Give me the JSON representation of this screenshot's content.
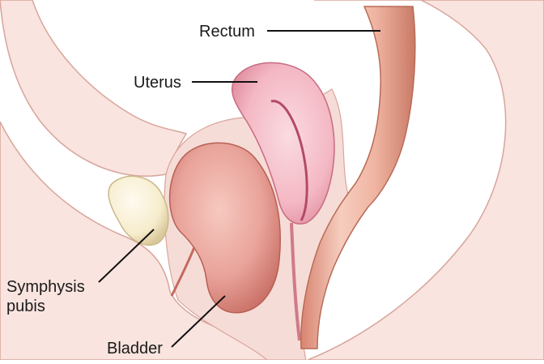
{
  "labels": {
    "rectum": "Rectum",
    "uterus": "Uterus",
    "symphysis_line1": "Symphysis",
    "symphysis_line2": "pubis",
    "bladder": "Bladder"
  },
  "colors": {
    "background": "#ffffff",
    "skin": "#f9e4df",
    "skin_outline": "#d8a59c",
    "tissue_band": "#f3d0c8",
    "bladder": "#e9a39a",
    "bladder_dark": "#c4685f",
    "uterus": "#f4b8c4",
    "uterus_dark": "#d97f93",
    "bone": "#f6eccc",
    "rectum": "#f0b4a2",
    "rectum_dark": "#c97a66",
    "leader_line": "#111111"
  }
}
